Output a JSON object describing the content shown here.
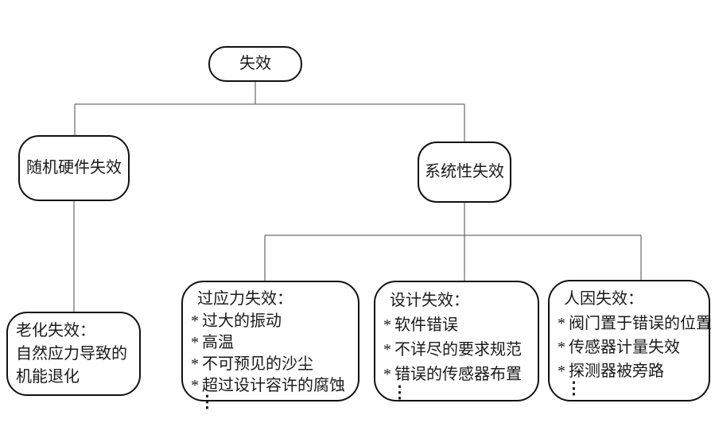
{
  "colors": {
    "background": "#ffffff",
    "box_border": "#111111",
    "connector": "#4a4a4a",
    "text": "#1a1a1a"
  },
  "diagram": {
    "bullet": "*",
    "ellipsis": "⋮",
    "root": {
      "label": "失效"
    },
    "branches": [
      {
        "label": "随机硬件失效"
      },
      {
        "label": "系统性失效"
      }
    ],
    "leaves": [
      {
        "title": "老化失效：",
        "lines": [
          "自然应力导致的",
          "机能退化"
        ]
      },
      {
        "title": "过应力失效：",
        "items": [
          "过大的振动",
          "高温",
          "不可预见的沙尘",
          "超过设计容许的腐蚀"
        ]
      },
      {
        "title": "设计失效：",
        "items": [
          "软件错误",
          "不详尽的要求规范",
          "错误的传感器布置"
        ]
      },
      {
        "title": "人因失效：",
        "items": [
          "阀门置于错误的位置",
          "传感器计量失效",
          "探测器被旁路"
        ]
      }
    ]
  }
}
